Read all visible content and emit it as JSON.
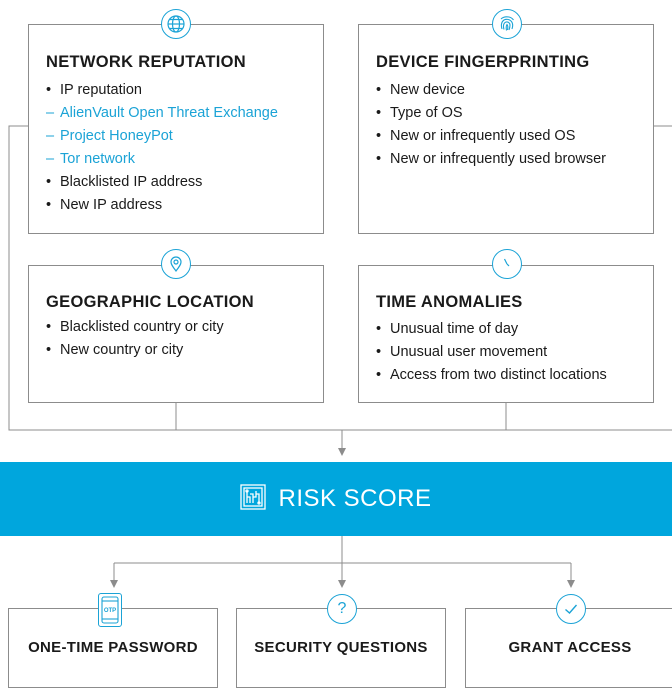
{
  "colors": {
    "accent": "#1ba3d6",
    "band": "#00a6dd",
    "line": "#8c8c8c"
  },
  "network_reputation": {
    "icon": "globe-icon",
    "title": "NETWORK REPUTATION",
    "items": [
      {
        "text": "IP reputation",
        "style": "bullet"
      },
      {
        "text": "AlienVault Open Threat Exchange",
        "style": "sub"
      },
      {
        "text": "Project HoneyPot",
        "style": "sub"
      },
      {
        "text": "Tor network",
        "style": "sub"
      },
      {
        "text": "Blacklisted IP address",
        "style": "bullet"
      },
      {
        "text": "New IP address",
        "style": "bullet"
      }
    ]
  },
  "device_fingerprinting": {
    "icon": "fingerprint-icon",
    "title": "DEVICE FINGERPRINTING",
    "items": [
      {
        "text": "New device",
        "style": "bullet"
      },
      {
        "text": "Type of OS",
        "style": "bullet"
      },
      {
        "text": "New or infrequently used OS",
        "style": "bullet"
      },
      {
        "text": "New or infrequently used browser",
        "style": "bullet"
      }
    ]
  },
  "geographic_location": {
    "icon": "location-pin-icon",
    "title": "GEOGRAPHIC LOCATION",
    "items": [
      {
        "text": "Blacklisted country or city",
        "style": "bullet"
      },
      {
        "text": "New country or city",
        "style": "bullet"
      }
    ]
  },
  "time_anomalies": {
    "icon": "clock-icon",
    "title": "TIME ANOMALIES",
    "items": [
      {
        "text": "Unusual time of day",
        "style": "bullet"
      },
      {
        "text": "Unusual user movement",
        "style": "bullet"
      },
      {
        "text": "Access from two distinct locations",
        "style": "bullet"
      }
    ]
  },
  "risk_score": {
    "icon": "circuit-icon",
    "title": "RISK SCORE"
  },
  "outcomes": [
    {
      "icon": "otp-phone-icon",
      "title": "ONE-TIME PASSWORD",
      "icon_text": "OTP"
    },
    {
      "icon": "question-icon",
      "title": "SECURITY QUESTIONS",
      "icon_text": "?"
    },
    {
      "icon": "checkmark-icon",
      "title": "GRANT ACCESS"
    }
  ]
}
